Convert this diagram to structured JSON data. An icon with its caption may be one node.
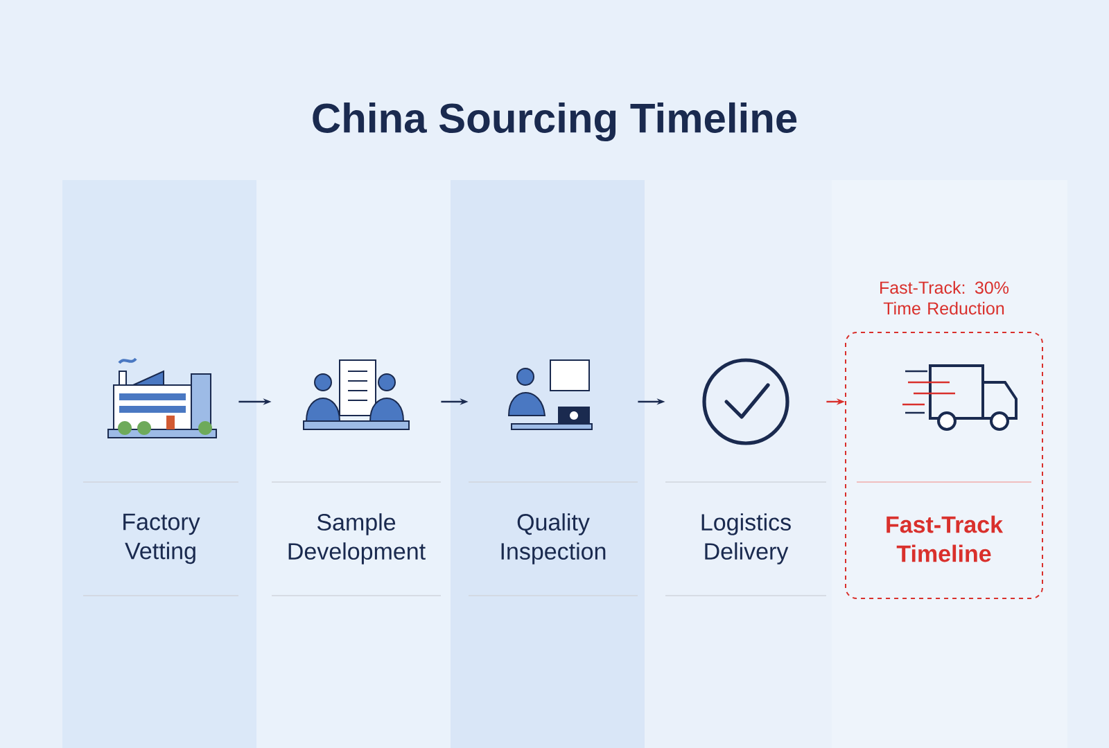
{
  "diagram": {
    "title": "China Sourcing Timeline",
    "nodes": [
      {
        "text": [
          "Factory Vetting"
        ]
      },
      {
        "text": [
          "Sample Development"
        ]
      },
      {
        "text": [
          "Quality Inspection"
        ]
      },
      {
        "text": [
          "Logistics Delivery"
        ]
      },
      {
        "text": [
          "Fast-Track Timeline"
        ],
        "beside": [
          "Fast-Track: 30% Time Reduction"
        ]
      }
    ],
    "edges": [
      {
        "from": 0,
        "to": 1,
        "arrow": "to"
      },
      {
        "from": 1,
        "to": 2,
        "arrow": "to"
      },
      {
        "from": 2,
        "to": 3,
        "arrow": "to"
      },
      {
        "from": 3,
        "to": 4,
        "arrow": "to",
        "color": "#d9302c"
      }
    ]
  }
}
